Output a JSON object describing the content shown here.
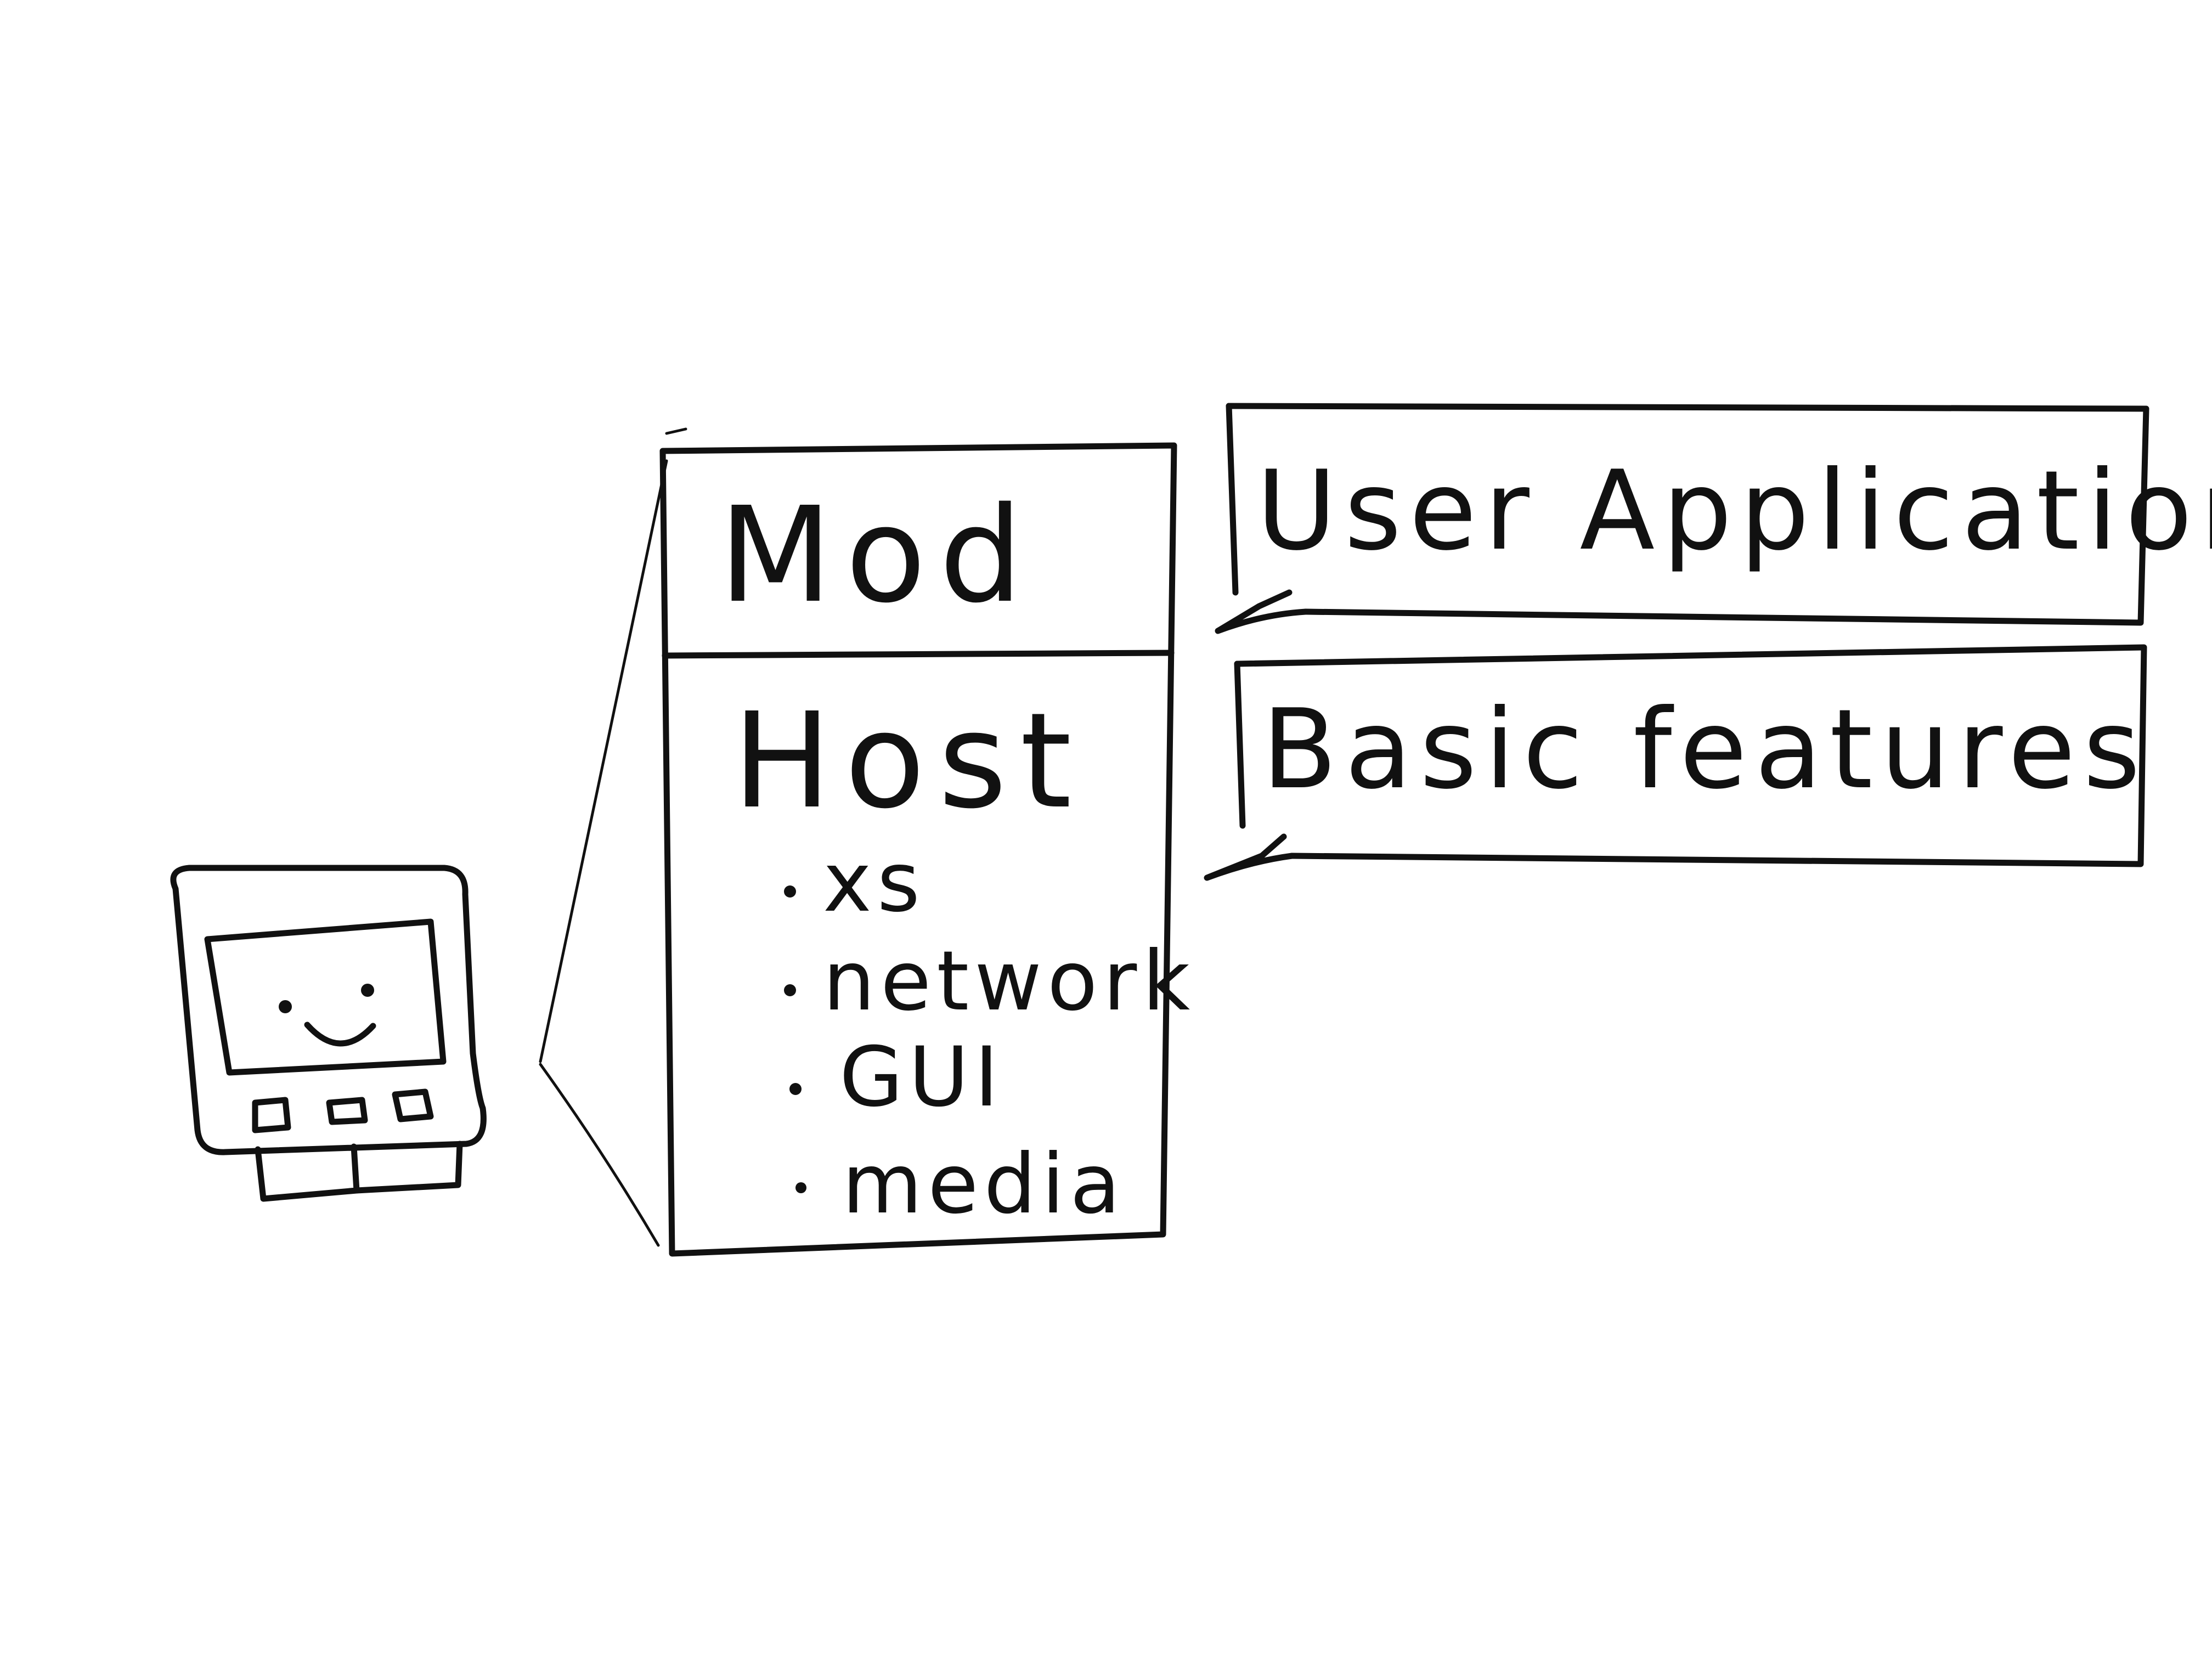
{
  "diagram": {
    "stack_box": {
      "top_label": "Mod",
      "bottom_label": "Host",
      "host_items": [
        "xs",
        "network",
        "GUI",
        "media"
      ]
    },
    "callouts": [
      {
        "label": "User Application"
      },
      {
        "label": "Basic features"
      }
    ],
    "device": {
      "screen_face": "smiley"
    }
  }
}
